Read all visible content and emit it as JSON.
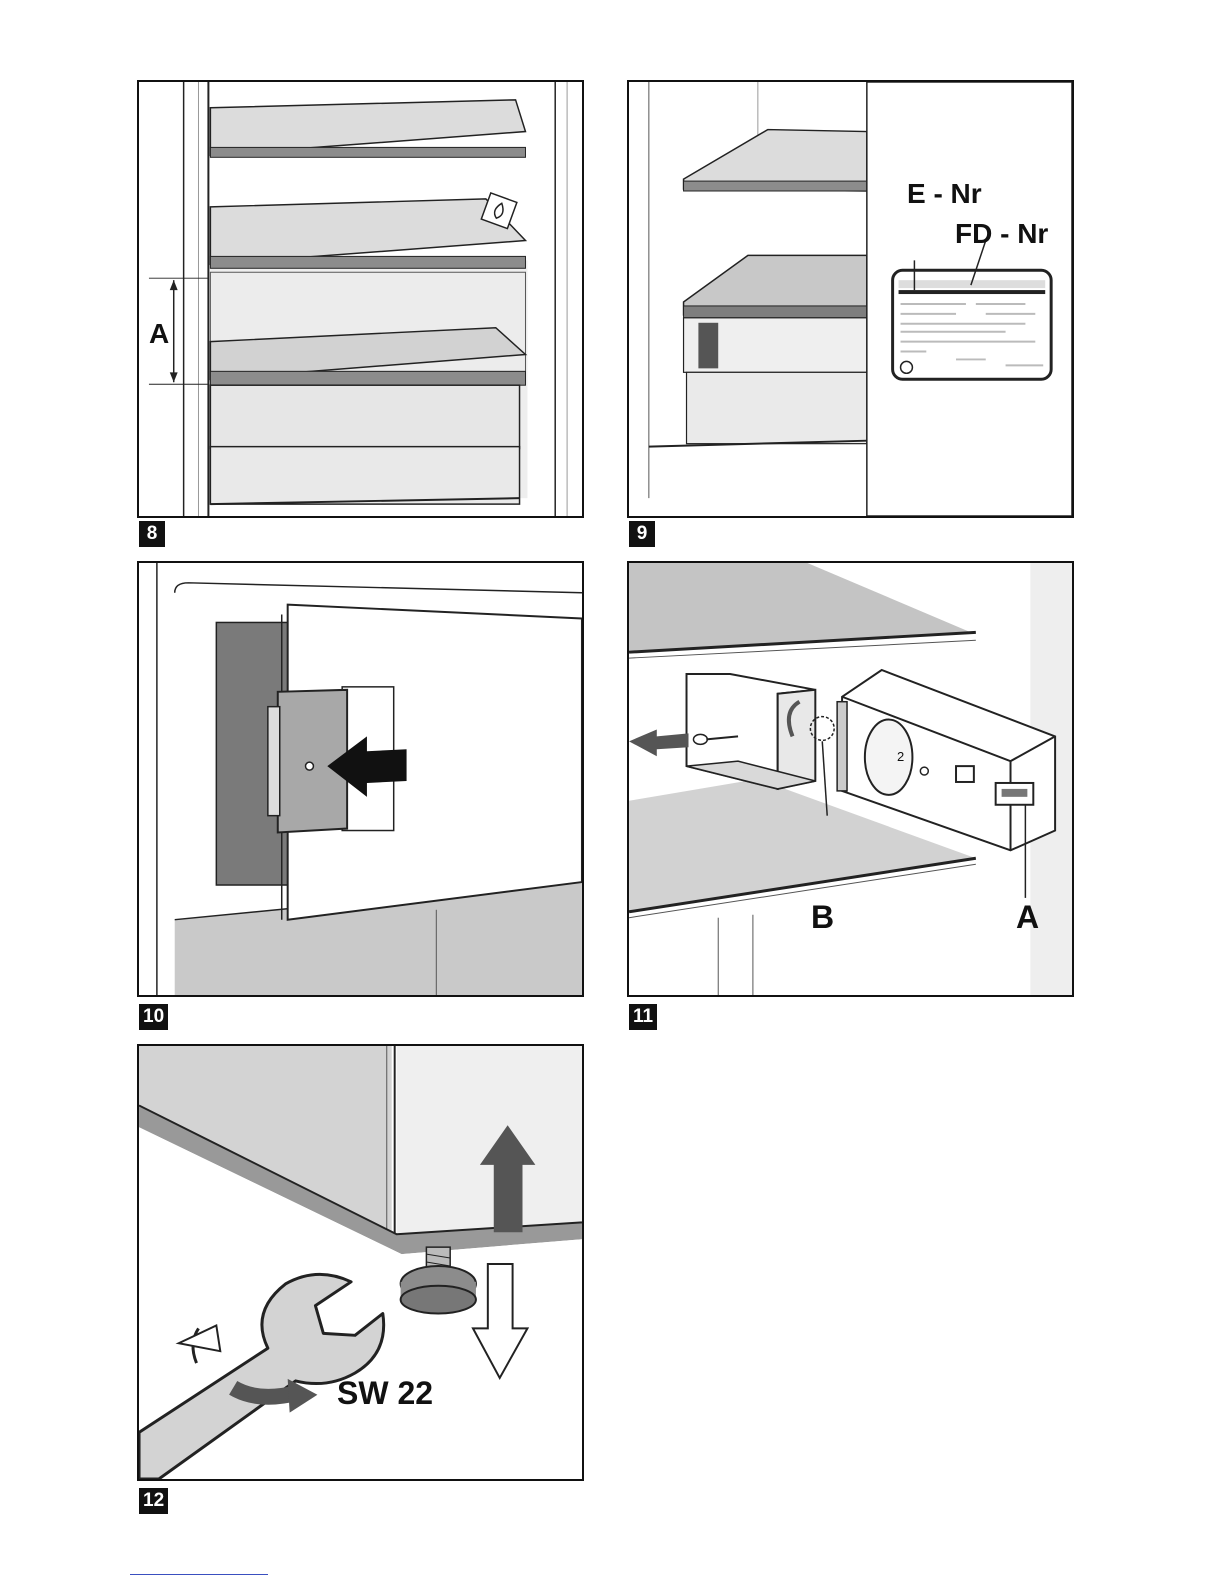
{
  "figures": [
    {
      "number": "8",
      "labels": {
        "A": "A"
      }
    },
    {
      "number": "9",
      "labels": {
        "e_nr": "E - Nr",
        "fd_nr": "FD - Nr"
      }
    },
    {
      "number": "10"
    },
    {
      "number": "11",
      "labels": {
        "A": "A",
        "B": "B",
        "dial": "2"
      }
    },
    {
      "number": "12",
      "labels": {
        "wrench_size": "SW 22"
      }
    }
  ],
  "colors": {
    "ink": "#111111",
    "shelf_gray": "#9a9a9a",
    "panel_gray": "#6f6f6f"
  }
}
